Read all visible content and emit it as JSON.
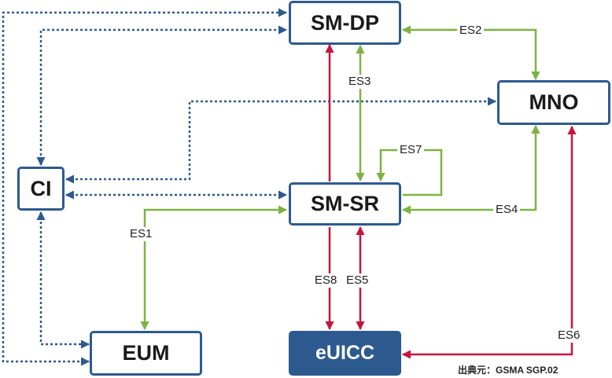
{
  "nodes": {
    "smdp": "SM-DP",
    "mno": "MNO",
    "ci": "CI",
    "smsr": "SM-SR",
    "eum": "EUM",
    "euicc": "eUICC"
  },
  "interfaces": {
    "es1": "ES1",
    "es2": "ES2",
    "es3": "ES3",
    "es4": "ES4",
    "es5": "ES5",
    "es6": "ES6",
    "es7": "ES7",
    "es8": "ES8"
  },
  "source_note": "出典元：GSMA SGP.02",
  "colors": {
    "box_border": "#2d5a8e",
    "euicc_fill": "#2d5a8e",
    "green": "#7cb342",
    "red": "#c8143c",
    "dotted": "#2d5a8e"
  }
}
